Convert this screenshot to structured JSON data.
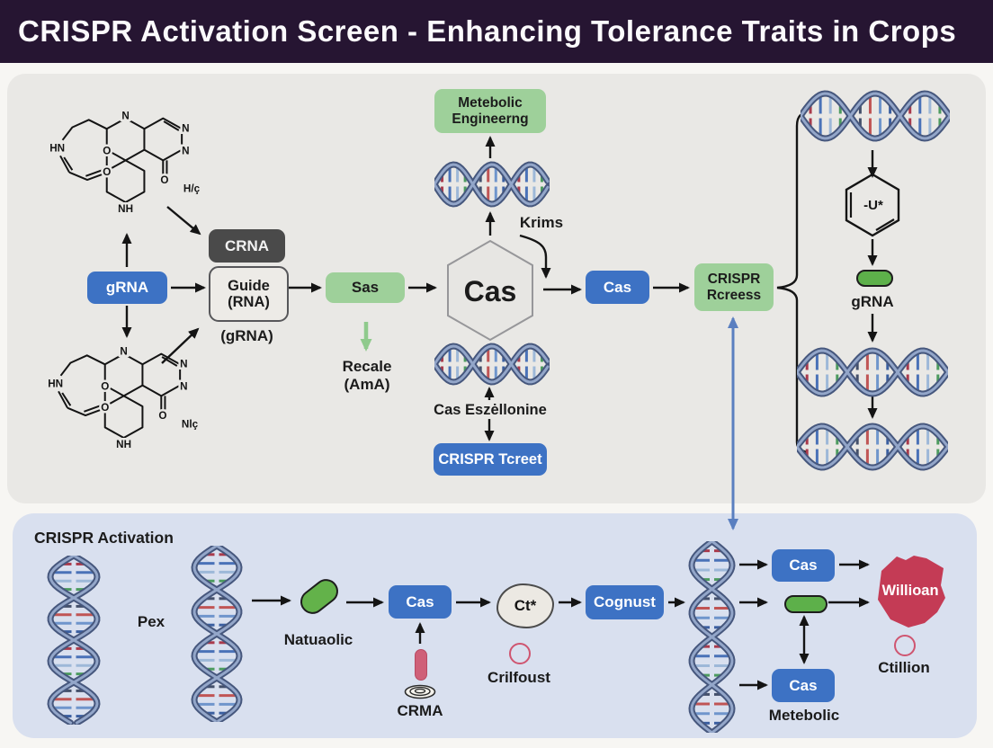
{
  "palette": {
    "header_bg": "#261532",
    "panel_upper": "#e9e8e5",
    "panel_lower": "#d9e0ef",
    "blue_box": "#3d72c4",
    "green_box": "#9ed09a",
    "green_pill": "#5db04a",
    "dark_box": "#4a4a4a",
    "red_shape": "#c43b55",
    "arrow_blue": "#5a7fc0",
    "arrow_green": "#8fca8c"
  },
  "title": "CRISPR Activation Screen - Enhancing Tolerance Traits in Crops",
  "molecule": {
    "n1": "N",
    "n2": "N",
    "n3": "N",
    "hn": "HN",
    "o1": "O",
    "o2": "O",
    "o3": "O",
    "nh": "NH"
  },
  "upper": {
    "mol1_side": "H/ç",
    "mol2_side": "Nlç",
    "crna": "CRNA",
    "grna": "gRNA",
    "guide": {
      "line1": "Guide",
      "line2": "(RNA)",
      "caption": "(gRNA)"
    },
    "sas": "Sas",
    "recale": {
      "line1": "Recale",
      "line2": "(AmA)"
    },
    "metabolic": {
      "line1": "Metebolic",
      "line2": "Engineerng"
    },
    "krims": "Krims",
    "cas_hex": "Cas",
    "cas_box": "Cas",
    "rcreess": {
      "line1": "CRISPR",
      "line2": "Rcreess"
    },
    "dna_label": "Cas Eszėllonine",
    "tcreet": "CRISPR Tcreet",
    "benzene": "-U*",
    "grna_pill": "gRNA"
  },
  "lower": {
    "heading": "CRISPR Activation",
    "pex": "Pex",
    "natuaolic": "Natuaolic",
    "cas1": "Cas",
    "ct": "Ct*",
    "cognust": "Cognust",
    "crilfoust": "Crilfoust",
    "crma": "CRMA",
    "cas_top": "Cas",
    "cas_bottom": "Cas",
    "metebolic": "Metebolic",
    "willioan": "Willioan",
    "ctillion": "Ctillion"
  }
}
